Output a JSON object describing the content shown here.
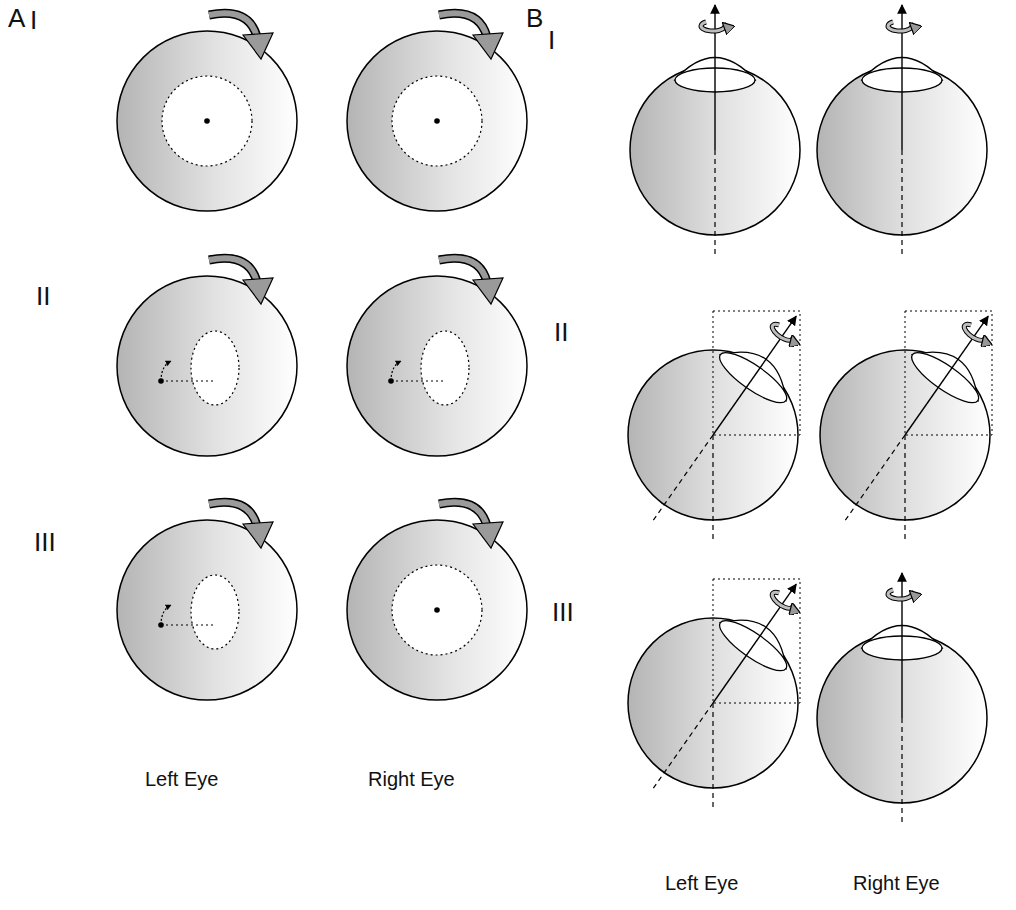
{
  "diagram": {
    "labels": [
      "A",
      "I",
      "B",
      "I",
      "II",
      "II",
      "III",
      "III",
      "Left Eye",
      "Right Eye",
      "Left Eye",
      "Right Eye"
    ]
  }
}
